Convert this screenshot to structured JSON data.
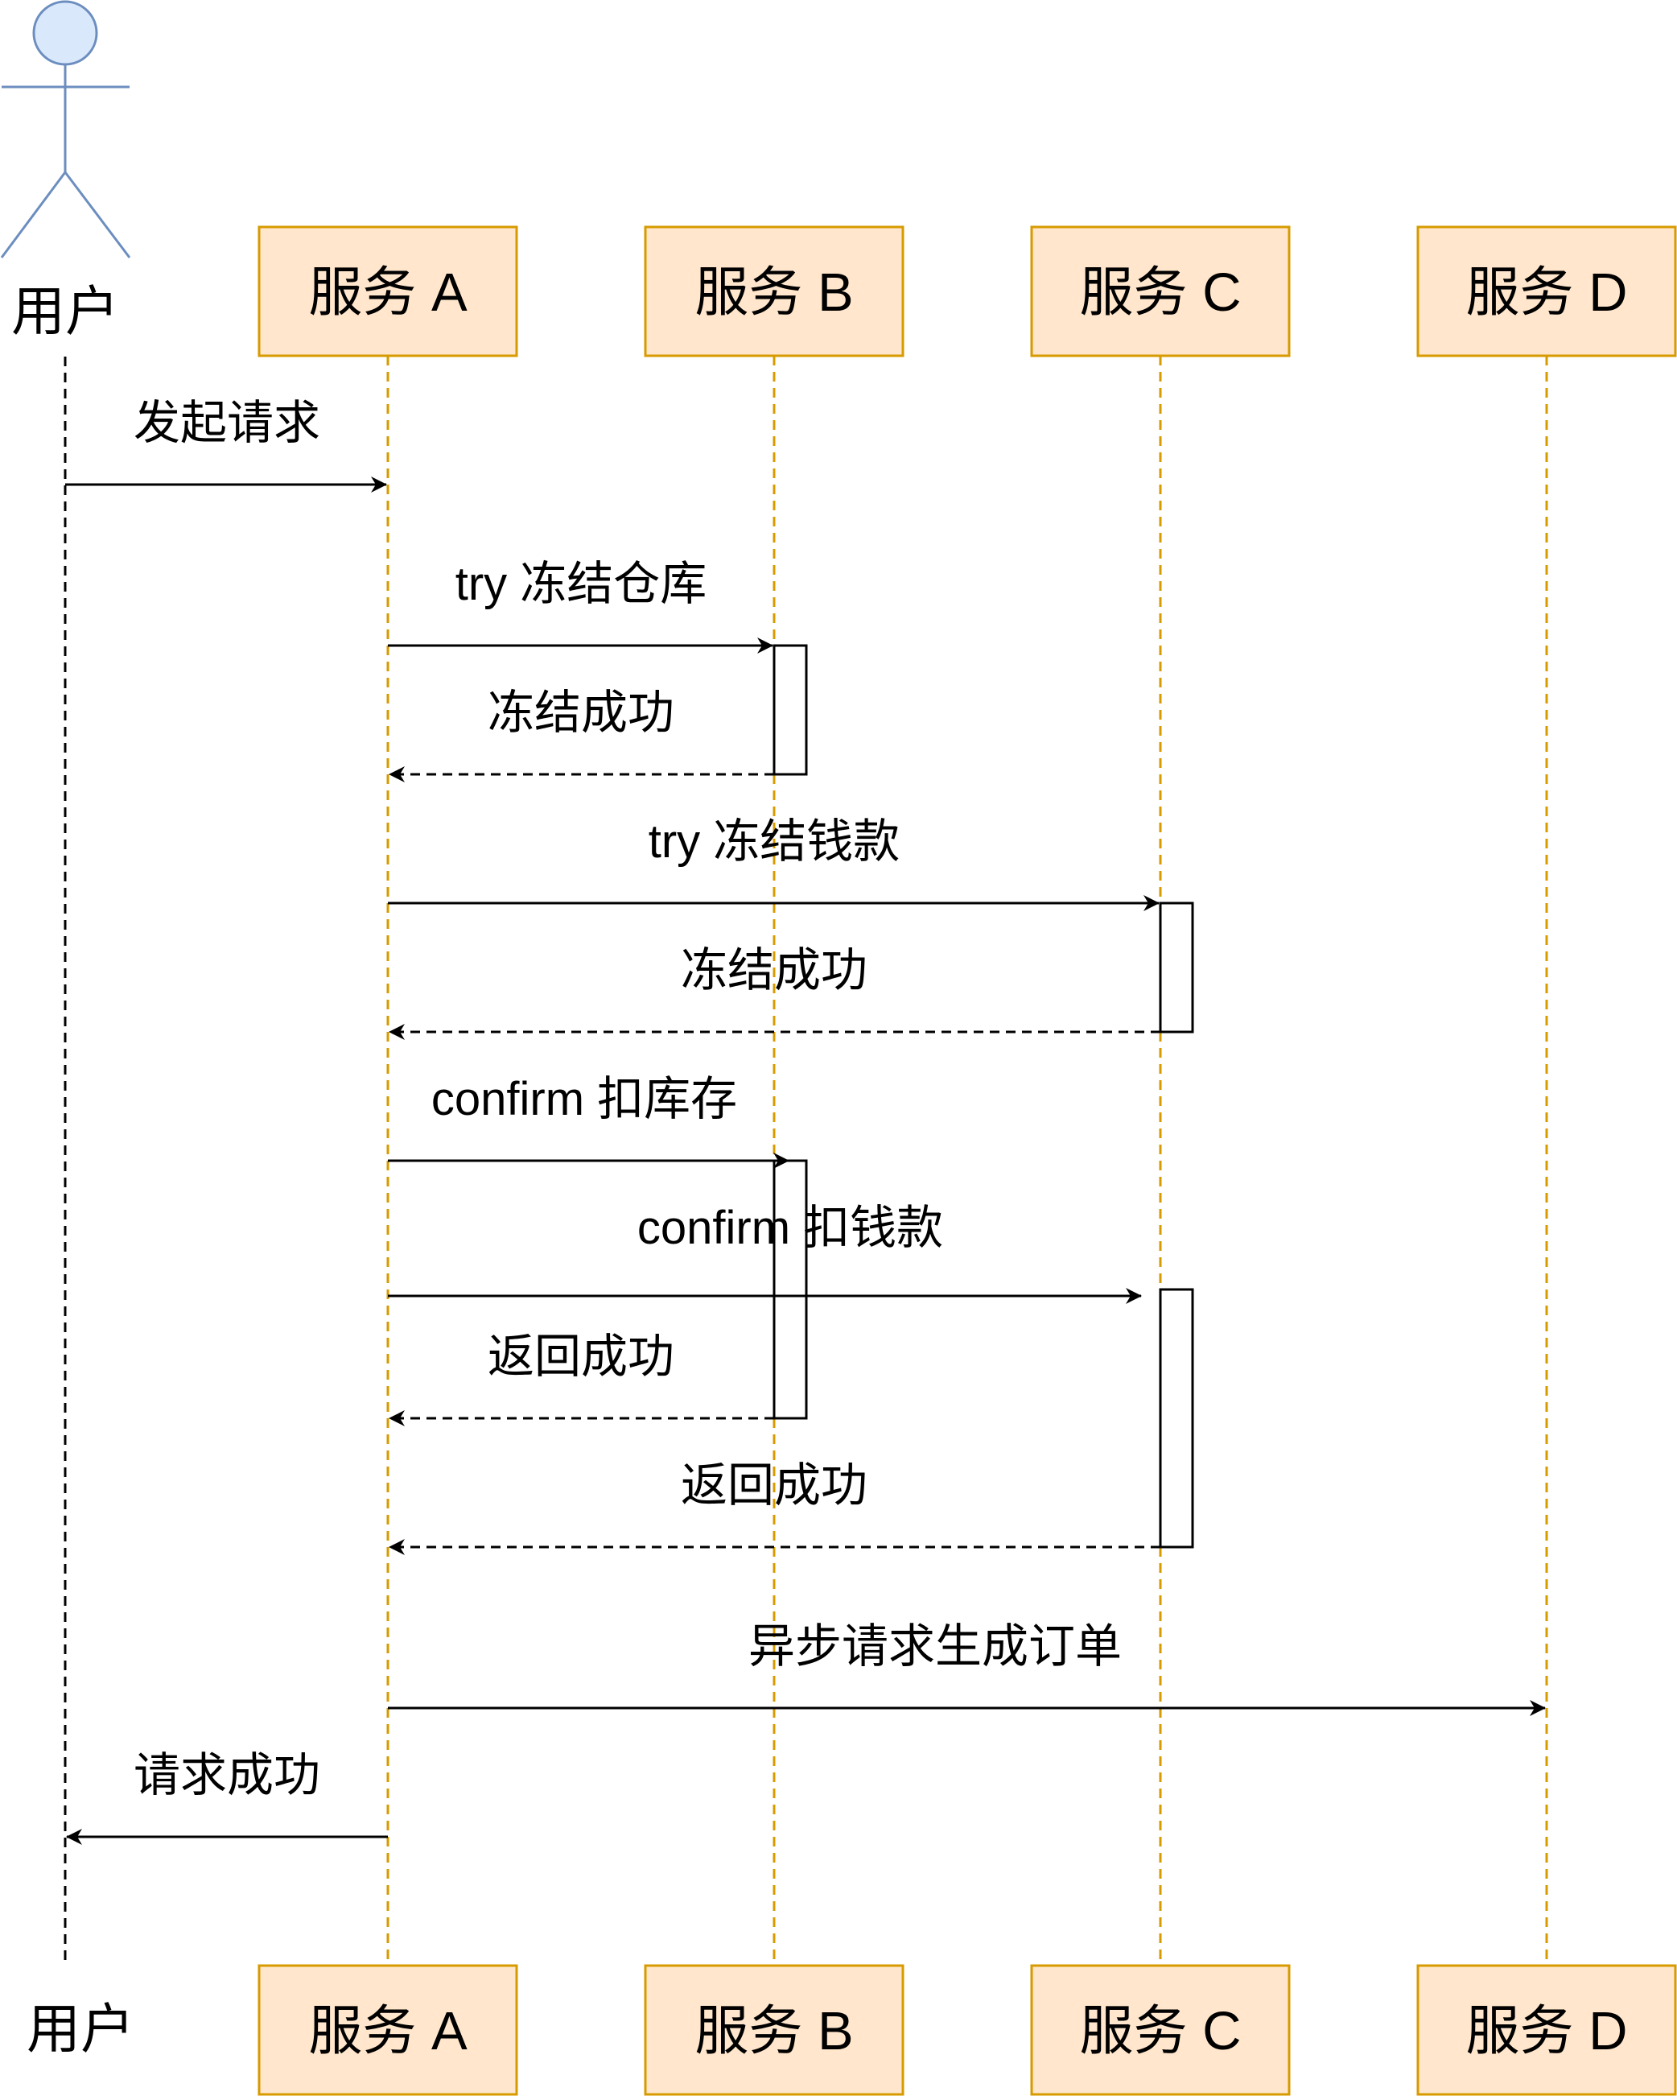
{
  "colors": {
    "participant_fill": "#ffe6cc",
    "participant_stroke": "#d79b00",
    "actor_fill": "#dae8fc",
    "actor_stroke": "#6c8ebf",
    "line": "#000000"
  },
  "actor": {
    "label_top": "用户",
    "label_bottom": "用户"
  },
  "participants": [
    {
      "id": "a",
      "label_top": "服务 A",
      "label_bottom": "服务 A"
    },
    {
      "id": "b",
      "label_top": "服务 B",
      "label_bottom": "服务 B"
    },
    {
      "id": "c",
      "label_top": "服务 C",
      "label_bottom": "服务 C"
    },
    {
      "id": "d",
      "label_top": "服务 D",
      "label_bottom": "服务 D"
    }
  ],
  "messages": [
    {
      "from": "user",
      "to": "a",
      "label": "发起请求",
      "style": "solid"
    },
    {
      "from": "a",
      "to": "b",
      "label": "try 冻结仓库",
      "style": "solid"
    },
    {
      "from": "b",
      "to": "a",
      "label": "冻结成功",
      "style": "dashed"
    },
    {
      "from": "a",
      "to": "c",
      "label": "try 冻结钱款",
      "style": "solid"
    },
    {
      "from": "c",
      "to": "a",
      "label": "冻结成功",
      "style": "dashed"
    },
    {
      "from": "a",
      "to": "b",
      "label": "confirm 扣库存",
      "style": "solid"
    },
    {
      "from": "a",
      "to": "c",
      "label": "confirm 扣钱款",
      "style": "solid"
    },
    {
      "from": "b",
      "to": "a",
      "label": "返回成功",
      "style": "dashed"
    },
    {
      "from": "c",
      "to": "a",
      "label": "返回成功",
      "style": "dashed"
    },
    {
      "from": "a",
      "to": "d",
      "label": "异步请求生成订单",
      "style": "solid"
    },
    {
      "from": "a",
      "to": "user",
      "label": "请求成功",
      "style": "solid"
    }
  ],
  "activations": [
    {
      "lifeline": "b"
    },
    {
      "lifeline": "c"
    },
    {
      "lifeline": "b"
    },
    {
      "lifeline": "c"
    }
  ]
}
